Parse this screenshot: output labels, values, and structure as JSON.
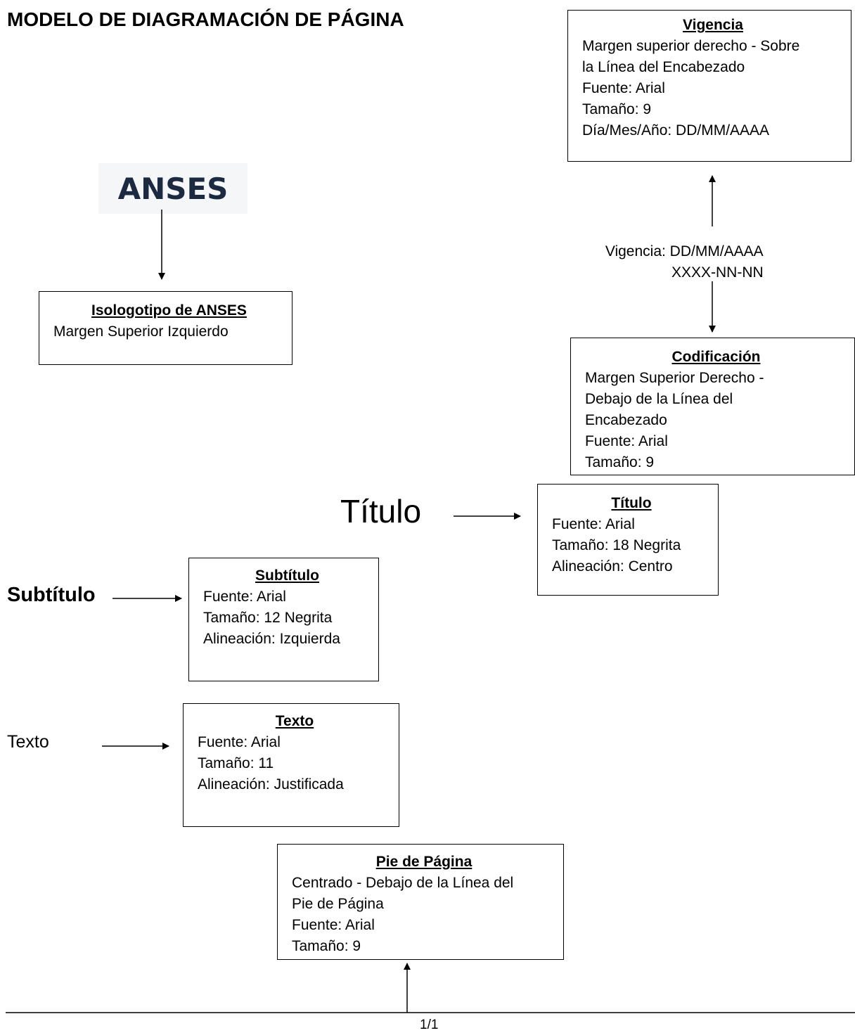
{
  "page_title": "MODELO DE DIAGRAMACIÓN DE PÁGINA",
  "logo": {
    "text": "ANSES",
    "color": "#1b2a41"
  },
  "boxes": {
    "vigencia": {
      "title": "Vigencia",
      "lines": [
        "Margen superior derecho - Sobre",
        "la Línea del Encabezado",
        "Fuente: Arial",
        "Tamaño: 9",
        "Día/Mes/Año: DD/MM/AAAA"
      ]
    },
    "isologotipo": {
      "title": "Isologotipo de ANSES",
      "lines": [
        "Margen Superior Izquierdo"
      ]
    },
    "codificacion": {
      "title": "Codificación",
      "lines": [
        "Margen Superior Derecho -",
        "Debajo de la Línea del",
        "Encabezado",
        "Fuente: Arial",
        "Tamaño: 9"
      ]
    },
    "titulo": {
      "title": "Título",
      "lines": [
        "Fuente: Arial",
        "Tamaño: 18 Negrita",
        "Alineación: Centro"
      ]
    },
    "subtitulo": {
      "title": "Subtítulo",
      "lines": [
        "Fuente: Arial",
        "Tamaño: 12 Negrita",
        "Alineación: Izquierda"
      ]
    },
    "texto": {
      "title": "Texto",
      "lines": [
        "Fuente: Arial",
        "Tamaño: 11",
        "Alineación: Justificada"
      ]
    },
    "pie": {
      "title": "Pie de Página",
      "lines": [
        "Centrado - Debajo de la Línea del",
        "Pie de Página",
        "Fuente: Arial",
        "Tamaño: 9"
      ]
    }
  },
  "center_label": {
    "line1": "Vigencia: DD/MM/AAAA",
    "line2": "XXXX-NN-NN"
  },
  "samples": {
    "titulo": "Título",
    "subtitulo": "Subtítulo",
    "texto": "Texto"
  },
  "footer_page": "1/1"
}
